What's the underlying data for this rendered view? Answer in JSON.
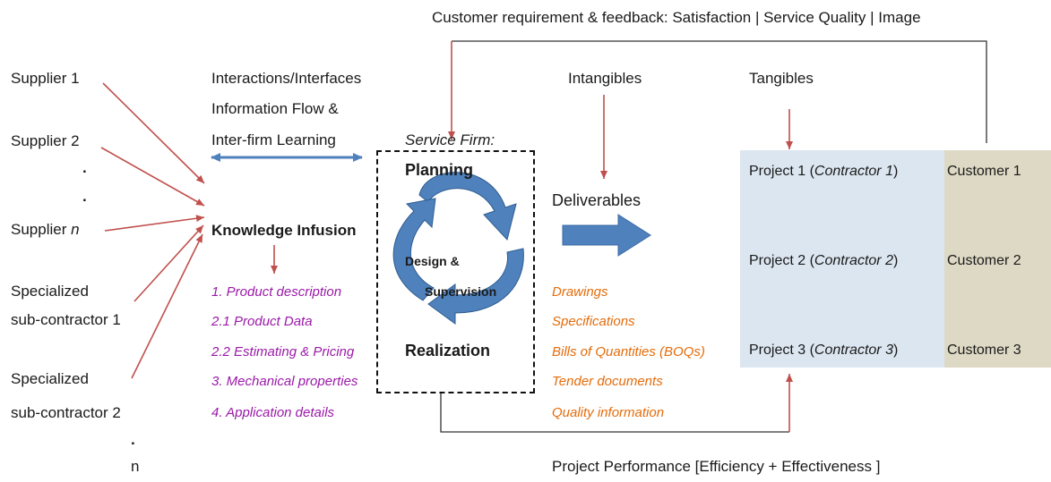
{
  "header": {
    "feedback": "Customer requirement & feedback: Satisfaction | Service Quality | Image"
  },
  "sources": {
    "supplier_1": "Supplier 1",
    "supplier_2": "Supplier 2",
    "dot_1": ".",
    "dot_2": ".",
    "supplier_n_prefix": "Supplier ",
    "supplier_n_var": "n",
    "specialized_1_line1": "Specialized",
    "specialized_1_line2": "sub-contractor 1",
    "specialized_2_line1": "Specialized",
    "specialized_2_line2": "sub-contractor 2",
    "dot_3": ".",
    "n_end": "n"
  },
  "interactions": {
    "line1": "Interactions/Interfaces",
    "line2": "Information Flow &",
    "line3": "Inter-firm Learning"
  },
  "knowledge": {
    "title": "Knowledge Infusion",
    "items": [
      "1. Product description",
      "2.1 Product Data",
      "2.2 Estimating & Pricing",
      "3. Mechanical properties",
      "4. Application details"
    ]
  },
  "service_firm": {
    "label": "Service Firm:",
    "planning": "Planning",
    "design_line1": "Design &",
    "design_line2": "Supervision",
    "realization": "Realization"
  },
  "outputs": {
    "intangibles": "Intangibles",
    "tangibles": "Tangibles",
    "deliverables": "Deliverables",
    "deliverable_items": [
      "Drawings",
      "Specifications",
      "Bills of Quantities (BOQs)",
      "Tender documents",
      "Quality information"
    ]
  },
  "projects": [
    {
      "prefix": "Project 1 (",
      "contractor": "Contractor  1",
      "suffix": ")",
      "customer": "Customer 1"
    },
    {
      "prefix": "Project 2 (",
      "contractor": "Contractor  2",
      "suffix": ")",
      "customer": "Customer 2"
    },
    {
      "prefix": "Project 3 (",
      "contractor": "Contractor  3",
      "suffix": ")",
      "customer": "Customer 3"
    }
  ],
  "footer": {
    "performance": "Project Performance [Efficiency + Effectiveness ]"
  },
  "colors": {
    "red_arrow": "#c0504d",
    "blue_arrow": "#4f81bd",
    "purple_text": "#9a1aa8",
    "orange_text": "#e46c0a",
    "project_panel": "#dce6f0",
    "customer_panel": "#ddd9c4"
  }
}
